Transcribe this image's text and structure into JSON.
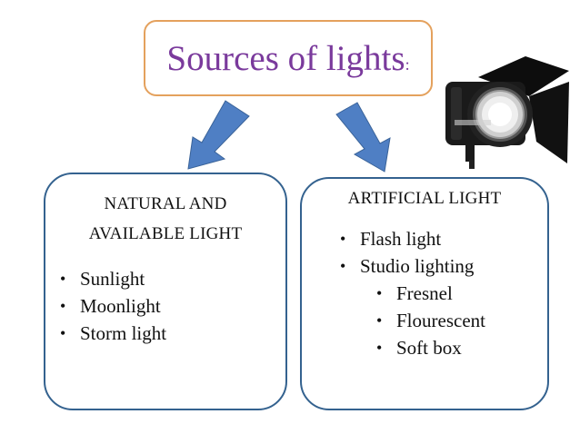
{
  "title": {
    "main": "Sources of lights",
    "colon": ":"
  },
  "colors": {
    "title_text": "#7a3a9c",
    "title_border": "#e4a15d",
    "arrow_fill": "#4f7fc4",
    "arrow_stroke": "#3a6399",
    "panel_border": "#34628f"
  },
  "natural": {
    "heading_line1": "NATURAL AND",
    "heading_line2": "AVAILABLE LIGHT",
    "items": [
      "Sunlight",
      "Moonlight",
      "Storm light"
    ]
  },
  "artificial": {
    "heading": "ARTIFICIAL LIGHT",
    "items": [
      "Flash light",
      "Studio lighting"
    ],
    "sub_items": [
      "Fresnel",
      "Flourescent",
      "Soft box"
    ]
  },
  "icons": {
    "left_arrow": "arrow-down-left-icon",
    "right_arrow": "arrow-down-right-icon",
    "spotlight": "spotlight-icon"
  }
}
